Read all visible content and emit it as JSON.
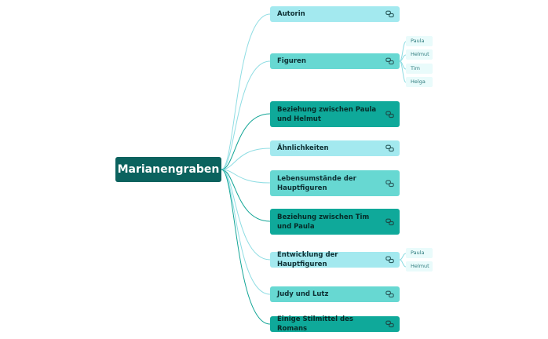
{
  "root": {
    "label": "Marianengraben"
  },
  "branches": [
    {
      "label": "Autorin",
      "icon": "link-icon"
    },
    {
      "label": "Figuren",
      "icon": "link-icon"
    },
    {
      "label": "Beziehung zwischen Paula und Helmut",
      "icon": "link-icon"
    },
    {
      "label": "Ähnlichkeiten",
      "icon": "link-icon"
    },
    {
      "label": "Lebensumstände der Hauptfiguren",
      "icon": "link-icon"
    },
    {
      "label": "Beziehung zwischen Tim und Paula",
      "icon": "link-icon"
    },
    {
      "label": "Entwicklung der Hauptfiguren",
      "icon": "link-icon"
    },
    {
      "label": "Judy und Lutz",
      "icon": "link-icon"
    },
    {
      "label": "Einige Stilmittel des Romans",
      "icon": "link-icon"
    }
  ],
  "figuren_children": [
    "Paula",
    "Helmut",
    "Tim",
    "Helga"
  ],
  "entwicklung_children": [
    "Paula",
    "Helmut"
  ],
  "colors": {
    "root": "#0b625e",
    "light": "#a3e9ef",
    "mid": "#67d8d2",
    "dark": "#0fa99a",
    "connector_light": "#8fdde3",
    "connector_dark": "#12a596",
    "leaf_bg": "#e9fbfb"
  }
}
